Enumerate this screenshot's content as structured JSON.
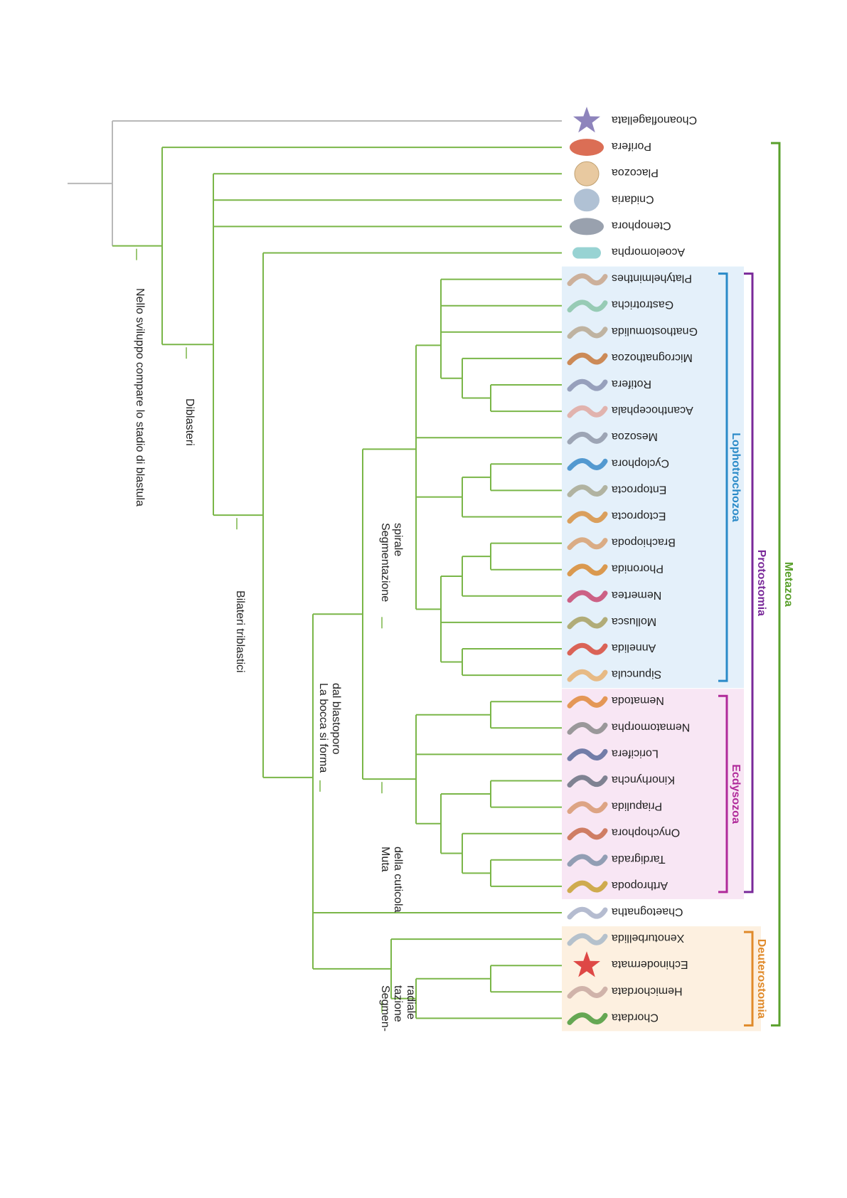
{
  "taxa": [
    {
      "name": "Choanoflagellata",
      "icon": "collared-flagellate-icon",
      "color": "#7a6fb0"
    },
    {
      "name": "Porifera",
      "icon": "sponge-icon",
      "color": "#d24a2a"
    },
    {
      "name": "Placozoa",
      "icon": "placozoan-disc-icon",
      "color": "#e8c9a0"
    },
    {
      "name": "Cnidaria",
      "icon": "jellyfish-icon",
      "color": "#8fa6c2"
    },
    {
      "name": "Ctenophora",
      "icon": "comb-jelly-icon",
      "color": "#7f8a9a"
    },
    {
      "name": "Acoelomorpha",
      "icon": "flatworm-capsule-icon",
      "color": "#7ec8c8"
    },
    {
      "name": "Platyhelminthes",
      "icon": "flatworm-icon",
      "color": "#c8a58a"
    },
    {
      "name": "Gastrotricha",
      "icon": "gastrotrich-icon",
      "color": "#8ac4a8"
    },
    {
      "name": "Gnathostomulida",
      "icon": "jaw-worm-icon",
      "color": "#b8a890"
    },
    {
      "name": "Micrognathozoa",
      "icon": "micrognathozoan-icon",
      "color": "#c8783a"
    },
    {
      "name": "Rotifera",
      "icon": "rotifer-icon",
      "color": "#8a92b0"
    },
    {
      "name": "Acanthocephala",
      "icon": "thorny-headed-worm-icon",
      "color": "#e0a8a0"
    },
    {
      "name": "Mesozoa",
      "icon": "mesozoan-icon",
      "color": "#9098a8"
    },
    {
      "name": "Cyclophora",
      "icon": "cycliophoran-icon",
      "color": "#3a8ac8"
    },
    {
      "name": "Entoprocta",
      "icon": "entoproct-icon",
      "color": "#a8a890"
    },
    {
      "name": "Ectoprocta",
      "icon": "bryozoan-colony-icon",
      "color": "#d89040"
    },
    {
      "name": "Brachiopoda",
      "icon": "lamp-shell-icon",
      "color": "#d8a070"
    },
    {
      "name": "Phoronida",
      "icon": "horseshoe-worm-icon",
      "color": "#d88a30"
    },
    {
      "name": "Nemertea",
      "icon": "ribbon-worm-icon",
      "color": "#c84870"
    },
    {
      "name": "Mollusca",
      "icon": "snail-icon",
      "color": "#a8a060"
    },
    {
      "name": "Annelida",
      "icon": "earthworm-icon",
      "color": "#d84a3a"
    },
    {
      "name": "Sipuncula",
      "icon": "peanut-worm-icon",
      "color": "#e8b070"
    },
    {
      "name": "Nematoda",
      "icon": "roundworm-icon",
      "color": "#e0883a"
    },
    {
      "name": "Nematomorpha",
      "icon": "horsehair-worm-icon",
      "color": "#8a8a8a"
    },
    {
      "name": "Loricifera",
      "icon": "loriciferan-icon",
      "color": "#5a6a9a"
    },
    {
      "name": "Kinorhyncha",
      "icon": "mud-dragon-icon",
      "color": "#6a7080"
    },
    {
      "name": "Priapulida",
      "icon": "penis-worm-icon",
      "color": "#d89870"
    },
    {
      "name": "Onychophora",
      "icon": "velvet-worm-icon",
      "color": "#c86a4a"
    },
    {
      "name": "Tardigrada",
      "icon": "water-bear-icon",
      "color": "#8090a8"
    },
    {
      "name": "Arthropoda",
      "icon": "insect-icon",
      "color": "#c8a030"
    },
    {
      "name": "Chaetognatha",
      "icon": "arrow-worm-icon",
      "color": "#a8b0c8"
    },
    {
      "name": "Xenoturbellida",
      "icon": "xenoturbella-icon",
      "color": "#a8b8c8"
    },
    {
      "name": "Echinodermata",
      "icon": "starfish-icon",
      "color": "#d82a2a"
    },
    {
      "name": "Hemichordata",
      "icon": "acorn-worm-icon",
      "color": "#c8a8a0"
    },
    {
      "name": "Chordata",
      "icon": "sea-squirt-icon",
      "color": "#4a9a3a"
    }
  ],
  "node_labels": {
    "blastula": "Nello sviluppo compare lo stadio di blastula",
    "diblasteri": "Diblasteri",
    "bilateri": "Bilateri triblastici",
    "bocca_line1": "La bocca si forma",
    "bocca_line2": "dal blastoporo",
    "spirale_line1": "Segmentazione",
    "spirale_line2": "spirale",
    "muta_line1": "Muta",
    "muta_line2": "della cuticola",
    "radiale_line1": "Segmen-",
    "radiale_line2": "tazione",
    "radiale_line3": "radiale"
  },
  "groups": {
    "metazoa": {
      "label": "Metazoa",
      "color": "#5aa02c"
    },
    "protostomia": {
      "label": "Protostomia",
      "color": "#7a2a9a"
    },
    "lophotrochozoa": {
      "label": "Lophotrochozoa",
      "color": "#2a8ac8"
    },
    "ecdysozoa": {
      "label": "Ecdysozoa",
      "color": "#b02a9a"
    },
    "deuterostomia": {
      "label": "Deuterostomia",
      "color": "#e08a2a"
    }
  },
  "colors": {
    "tree_line": "#7ab648",
    "outgroup_line": "#b8b8b8",
    "lophotrochozoa_band": "#e4f0fa",
    "ecdysozoa_band": "#f8e6f4",
    "deuterostomia_band": "#fdf0e0"
  }
}
